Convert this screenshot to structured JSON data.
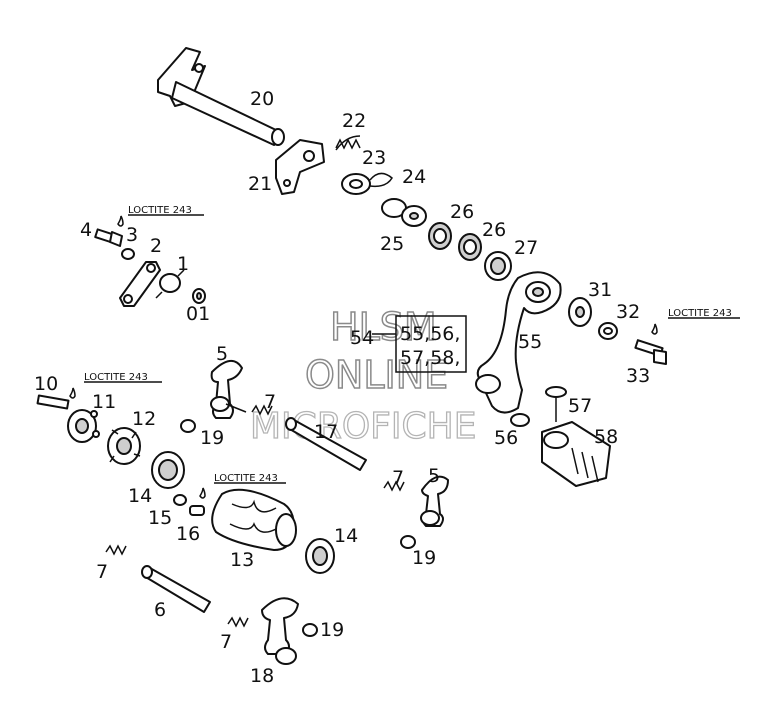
{
  "callouts": {
    "n20": "20",
    "n21": "21",
    "n22": "22",
    "n23": "23",
    "n24": "24",
    "n25": "25",
    "n26a": "26",
    "n26b": "26",
    "n27": "27",
    "n4": "4",
    "n3": "3",
    "n2": "2",
    "n1": "1",
    "n01": "01",
    "n31": "31",
    "n32": "32",
    "n33": "33",
    "n54": "54",
    "n55a": "55,56,",
    "n55b": "57,58,",
    "n55c": "55",
    "n57": "57",
    "n56": "56",
    "n58": "58",
    "n5a": "5",
    "n5b": "5",
    "n10": "10",
    "n11": "11",
    "n12": "12",
    "n7a": "7",
    "n7b": "7",
    "n7c": "7",
    "n7d": "7",
    "n19a": "19",
    "n19b": "19",
    "n19c": "19",
    "n17": "17",
    "n14a": "14",
    "n14b": "14",
    "n15": "15",
    "n16": "16",
    "n13": "13",
    "n6": "6",
    "n18": "18"
  },
  "loctite": {
    "top_left": "LOCTITE 243",
    "right": "LOCTITE 243",
    "left": "LOCTITE 243",
    "center": "LOCTITE 243"
  },
  "watermark": {
    "line1": "HLSM",
    "line2": "ONLINE",
    "line3": "MICROFICHE"
  }
}
